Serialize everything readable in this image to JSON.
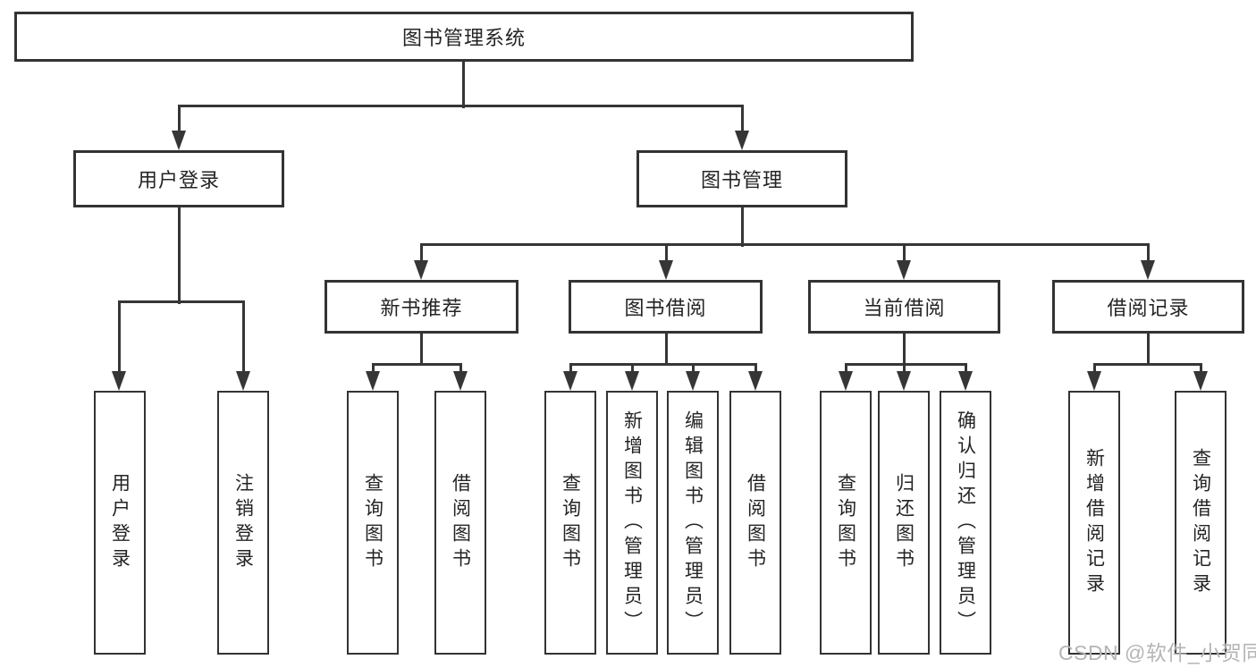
{
  "diagram_title": "图书管理系统",
  "nodes": {
    "root": "图书管理系统",
    "user_login": "用户登录",
    "book_mgmt": "图书管理",
    "new_book_rec": "新书推荐",
    "book_borrow": "图书借阅",
    "current_borrow": "当前借阅",
    "borrow_records": "借阅记录",
    "leaf_user_login": "用户登录",
    "leaf_logout": "注销登录",
    "leaf_rec_query_books": "查询图书",
    "leaf_rec_borrow_books": "借阅图书",
    "leaf_bb_query_books": "查询图书",
    "leaf_bb_add_books": "新增图书（管理员）",
    "leaf_bb_edit_books": "编辑图书（管理员）",
    "leaf_bb_borrow_books": "借阅图书",
    "leaf_cb_query_books": "查询图书",
    "leaf_cb_return_books": "归还图书",
    "leaf_cb_confirm_return": "确认归还（管理员）",
    "leaf_br_add_record": "新增借阅记录",
    "leaf_br_query_record": "查询借阅记录"
  },
  "hierarchy": {
    "root": [
      "user_login",
      "book_mgmt"
    ],
    "user_login": [
      "leaf_user_login",
      "leaf_logout"
    ],
    "book_mgmt": [
      "new_book_rec",
      "book_borrow",
      "current_borrow",
      "borrow_records"
    ],
    "new_book_rec": [
      "leaf_rec_query_books",
      "leaf_rec_borrow_books"
    ],
    "book_borrow": [
      "leaf_bb_query_books",
      "leaf_bb_add_books",
      "leaf_bb_edit_books",
      "leaf_bb_borrow_books"
    ],
    "current_borrow": [
      "leaf_cb_query_books",
      "leaf_cb_return_books",
      "leaf_cb_confirm_return"
    ],
    "borrow_records": [
      "leaf_br_add_record",
      "leaf_br_query_record"
    ]
  },
  "watermark": "CSDN @软件_小贺同学",
  "colors": {
    "line": "#363636",
    "box_border": "#333333",
    "text": "#242424",
    "watermark": "#b5b5b5",
    "background": "#ffffff"
  }
}
